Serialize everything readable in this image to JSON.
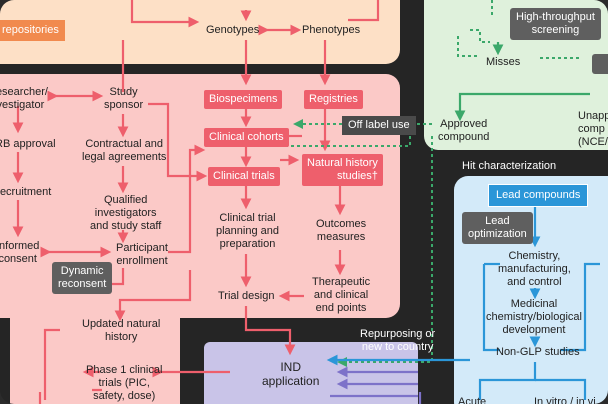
{
  "nodes": {
    "repositories": "repositories",
    "genotypes": "Genotypes",
    "phenotypes": "Phenotypes",
    "researcher": "Researcher/\ninvestigator",
    "study_sponsor": "Study\nsponsor",
    "biospecimens": "Biospecimens",
    "registries": "Registries",
    "irb_approval": "IRB approval",
    "contractual": "Contractual and\nlegal agreements",
    "clinical_cohorts": "Clinical cohorts",
    "off_label_use": "Off label use",
    "approved_compound": "Approved\ncompound",
    "unapproved_compound": "Unapp\ncomp\n(NCE/",
    "clinical_trials": "Clinical trials",
    "natural_history_studies": "Natural history\nstudies†",
    "recruitment": "Recruitment",
    "qualified_investigators": "Qualified\ninvestigators\nand study staff",
    "trial_planning": "Clinical trial\nplanning and\npreparation",
    "outcomes_measures": "Outcomes\nmeasures",
    "informed_consent": "Informed\nconsent",
    "participant_enrollment": "Participant\nenrollment",
    "dynamic_reconsent": "Dynamic\nreconsent",
    "therapeutic_endpoints": "Therapeutic\nand clinical\nend points",
    "trial_design": "Trial design",
    "updated_natural_history": "Updated natural\nhistory",
    "repurposing": "Repurposing or\nnew to country",
    "ind_application": "IND\napplication",
    "phase1": "Phase 1 clinical\ntrials (PIC,\nsafety, dose)",
    "high_throughput": "High-throughput\nscreening",
    "misses": "Misses",
    "hit_characterization": "Hit characterization",
    "lead_compounds": "Lead compounds",
    "lead_optimization": "Lead\noptimization",
    "chemistry": "Chemistry,\nmanufacturing,\nand control",
    "medicinal_chemistry": "Medicinal\nchemistry/biological\ndevelopment",
    "non_glp": "Non-GLP studies",
    "acute": "Acute",
    "in_vitro": "In vitro / in vi"
  },
  "colors": {
    "orange_panel": "#fde0c6",
    "red_panel": "#fbc9c7",
    "green_panel": "#dff1dc",
    "blue_panel": "#d3eaf9",
    "purple_panel": "#c9c4e8",
    "red_accent": "#ee5f6c",
    "green_accent": "#3ba86a",
    "blue_accent": "#2b96d8",
    "purple_accent": "#7d72c9"
  }
}
